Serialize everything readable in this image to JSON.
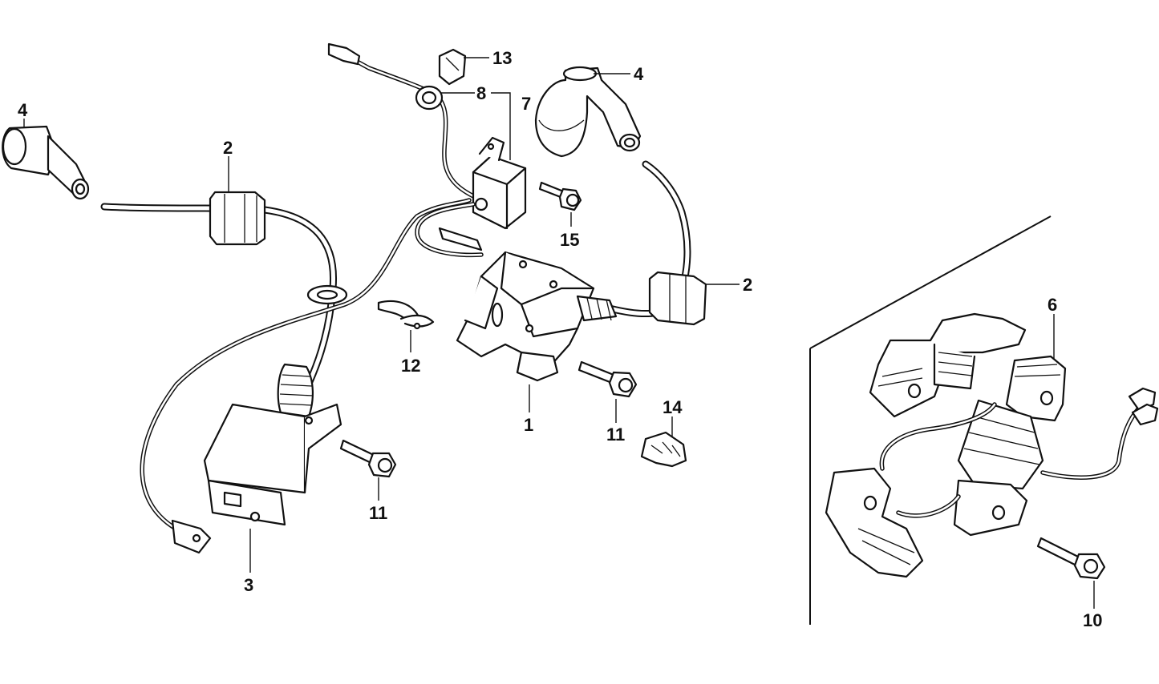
{
  "callouts": {
    "c1": "1",
    "c2_left": "2",
    "c2_right": "2",
    "c3": "3",
    "c4_left": "4",
    "c4_right": "4",
    "c6": "6",
    "c7": "7",
    "c8": "8",
    "c10": "10",
    "c11_center": "11",
    "c11_left": "11",
    "c12": "12",
    "c13": "13",
    "c14": "14",
    "c15": "15"
  }
}
